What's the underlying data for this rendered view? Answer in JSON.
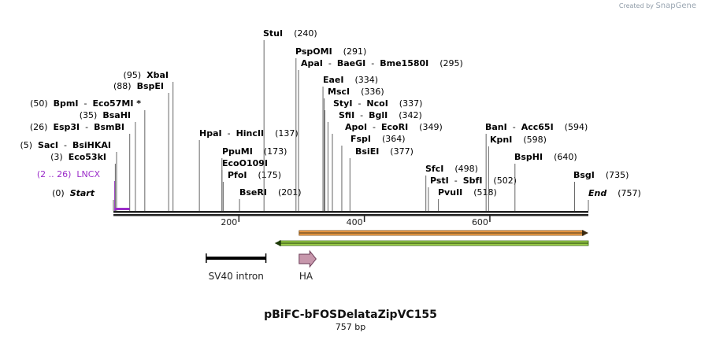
{
  "credit": {
    "prefix": "Created by",
    "brand": "SnapGene"
  },
  "plasmid": {
    "name": "pBiFC-bFOSDelataZipVC155",
    "size_label": "757 bp",
    "length": 757
  },
  "ruler": {
    "ticks": [
      {
        "pos": 200,
        "label": "200"
      },
      {
        "pos": 400,
        "label": "400"
      },
      {
        "pos": 600,
        "label": "600"
      }
    ]
  },
  "sites": [
    {
      "id": "start",
      "pos": 0,
      "pos_label": "(0)",
      "segments": [
        {
          "text": "Start",
          "style": "italic"
        }
      ],
      "side": "right"
    },
    {
      "id": "lncx",
      "pos": 2,
      "pos_label": "(2 .. 26)",
      "segments": [
        {
          "text": "LNCX",
          "style": "feature"
        }
      ],
      "side": "right",
      "feature": true
    },
    {
      "id": "eco53ki",
      "pos": 3,
      "pos_label": "(3)",
      "segments": [
        {
          "text": "Eco53kI",
          "style": "bold"
        }
      ],
      "side": "right"
    },
    {
      "id": "saci",
      "pos": 5,
      "pos_label": "(5)",
      "segments": [
        {
          "text": "SacI",
          "style": "bold"
        },
        {
          "text": "  -  ",
          "style": "sep"
        },
        {
          "text": "BsiHKAI",
          "style": "bold"
        }
      ],
      "side": "right"
    },
    {
      "id": "esp3i",
      "pos": 26,
      "pos_label": "(26)",
      "segments": [
        {
          "text": "Esp3I",
          "style": "bold"
        },
        {
          "text": "  -  ",
          "style": "sep"
        },
        {
          "text": "BsmBI",
          "style": "bold"
        }
      ],
      "side": "right"
    },
    {
      "id": "bsahi",
      "pos": 35,
      "pos_label": "(35)",
      "segments": [
        {
          "text": "BsaHI",
          "style": "bold"
        }
      ],
      "side": "right"
    },
    {
      "id": "bpmi",
      "pos": 50,
      "pos_label": "(50)",
      "segments": [
        {
          "text": "BpmI",
          "style": "bold"
        },
        {
          "text": "  -  ",
          "style": "sep"
        },
        {
          "text": "Eco57MI *",
          "style": "bold"
        }
      ],
      "side": "right"
    },
    {
      "id": "bspei",
      "pos": 88,
      "pos_label": "(88)",
      "segments": [
        {
          "text": "BspEI",
          "style": "bold"
        }
      ],
      "side": "right"
    },
    {
      "id": "xbai",
      "pos": 95,
      "pos_label": "(95)",
      "segments": [
        {
          "text": "XbaI",
          "style": "bold"
        }
      ],
      "side": "right"
    },
    {
      "id": "hpai",
      "pos": 137,
      "pos_label": "(137)",
      "segments": [
        {
          "text": "HpaI",
          "style": "bold"
        },
        {
          "text": "  -  ",
          "style": "sep"
        },
        {
          "text": "HincII",
          "style": "bold"
        }
      ],
      "side": "left"
    },
    {
      "id": "ppumi",
      "pos": 173,
      "pos_label": "(173)",
      "segments": [
        {
          "text": "PpuMI",
          "style": "bold"
        }
      ],
      "side": "left"
    },
    {
      "id": "eco0109i",
      "pos": 173,
      "pos_label": "",
      "segments": [
        {
          "text": "EcoO109I",
          "style": "bold"
        }
      ],
      "side": "left"
    },
    {
      "id": "pfoi",
      "pos": 175,
      "pos_label": "(175)",
      "segments": [
        {
          "text": "PfoI",
          "style": "bold"
        }
      ],
      "side": "left"
    },
    {
      "id": "bseri",
      "pos": 201,
      "pos_label": "(201)",
      "segments": [
        {
          "text": "BseRI",
          "style": "bold"
        }
      ],
      "side": "left"
    },
    {
      "id": "stui",
      "pos": 240,
      "pos_label": "(240)",
      "segments": [
        {
          "text": "StuI",
          "style": "bold"
        }
      ],
      "side": "left"
    },
    {
      "id": "pspomi",
      "pos": 291,
      "pos_label": "(291)",
      "segments": [
        {
          "text": "PspOMI",
          "style": "bold"
        }
      ],
      "side": "left"
    },
    {
      "id": "apai",
      "pos": 295,
      "pos_label": "(295)",
      "segments": [
        {
          "text": "ApaI",
          "style": "bold"
        },
        {
          "text": "  -  ",
          "style": "sep"
        },
        {
          "text": "BaeGI",
          "style": "bold"
        },
        {
          "text": "  -  ",
          "style": "sep"
        },
        {
          "text": "Bme1580I",
          "style": "bold"
        }
      ],
      "side": "left"
    },
    {
      "id": "eaei",
      "pos": 334,
      "pos_label": "(334)",
      "segments": [
        {
          "text": "EaeI",
          "style": "bold"
        }
      ],
      "side": "left"
    },
    {
      "id": "msci",
      "pos": 336,
      "pos_label": "(336)",
      "segments": [
        {
          "text": "MscI",
          "style": "bold"
        }
      ],
      "side": "left"
    },
    {
      "id": "styi",
      "pos": 337,
      "pos_label": "(337)",
      "segments": [
        {
          "text": "StyI",
          "style": "bold"
        },
        {
          "text": "  -  ",
          "style": "sep"
        },
        {
          "text": "NcoI",
          "style": "bold"
        }
      ],
      "side": "left"
    },
    {
      "id": "sfii",
      "pos": 342,
      "pos_label": "(342)",
      "segments": [
        {
          "text": "SfiI",
          "style": "bold"
        },
        {
          "text": "  -  ",
          "style": "sep"
        },
        {
          "text": "BglI",
          "style": "bold"
        }
      ],
      "side": "left"
    },
    {
      "id": "apoi",
      "pos": 349,
      "pos_label": "(349)",
      "segments": [
        {
          "text": "ApoI",
          "style": "bold"
        },
        {
          "text": "  -  ",
          "style": "sep"
        },
        {
          "text": "EcoRI",
          "style": "bold"
        }
      ],
      "side": "left"
    },
    {
      "id": "fspi",
      "pos": 364,
      "pos_label": "(364)",
      "segments": [
        {
          "text": "FspI",
          "style": "bold"
        }
      ],
      "side": "left"
    },
    {
      "id": "bsiei",
      "pos": 377,
      "pos_label": "(377)",
      "segments": [
        {
          "text": "BsiEI",
          "style": "bold"
        }
      ],
      "side": "left"
    },
    {
      "id": "sfci",
      "pos": 498,
      "pos_label": "(498)",
      "segments": [
        {
          "text": "SfcI",
          "style": "bold"
        }
      ],
      "side": "left"
    },
    {
      "id": "psti",
      "pos": 502,
      "pos_label": "(502)",
      "segments": [
        {
          "text": "PstI",
          "style": "bold"
        },
        {
          "text": "  -  ",
          "style": "sep"
        },
        {
          "text": "SbfI",
          "style": "bold"
        }
      ],
      "side": "left"
    },
    {
      "id": "pvuii",
      "pos": 518,
      "pos_label": "(518)",
      "segments": [
        {
          "text": "PvuII",
          "style": "bold"
        }
      ],
      "side": "left"
    },
    {
      "id": "bani",
      "pos": 594,
      "pos_label": "(594)",
      "segments": [
        {
          "text": "BanI",
          "style": "bold"
        },
        {
          "text": "  -  ",
          "style": "sep"
        },
        {
          "text": "Acc65I",
          "style": "bold"
        }
      ],
      "side": "left"
    },
    {
      "id": "kpni",
      "pos": 598,
      "pos_label": "(598)",
      "segments": [
        {
          "text": "KpnI",
          "style": "bold"
        }
      ],
      "side": "left"
    },
    {
      "id": "bsphi",
      "pos": 640,
      "pos_label": "(640)",
      "segments": [
        {
          "text": "BspHI",
          "style": "bold"
        }
      ],
      "side": "left"
    },
    {
      "id": "bsgi",
      "pos": 735,
      "pos_label": "(735)",
      "segments": [
        {
          "text": "BsgI",
          "style": "bold"
        }
      ],
      "side": "left"
    },
    {
      "id": "end",
      "pos": 757,
      "pos_label": "(757)",
      "segments": [
        {
          "text": "End",
          "style": "italic"
        }
      ],
      "side": "left"
    }
  ],
  "features": [
    {
      "id": "sv40-intron",
      "label": "SV40 intron",
      "type": "intron",
      "start": 148,
      "end": 243,
      "color": "#000000"
    },
    {
      "id": "ha",
      "label": "HA",
      "type": "tag-arrow",
      "start": 296,
      "end": 323,
      "color": "#c797ac"
    },
    {
      "id": "orange-feature",
      "label": "",
      "type": "arrow-forward",
      "start": 296,
      "end": 757,
      "color": "#f4a24a"
    },
    {
      "id": "green-feature",
      "label": "",
      "type": "arrow-reverse",
      "start": 257,
      "end": 757,
      "color": "#9ccf4a"
    }
  ],
  "colors": {
    "feature_label": "#9b2dc9",
    "text": "#000000",
    "line": "#555555"
  }
}
